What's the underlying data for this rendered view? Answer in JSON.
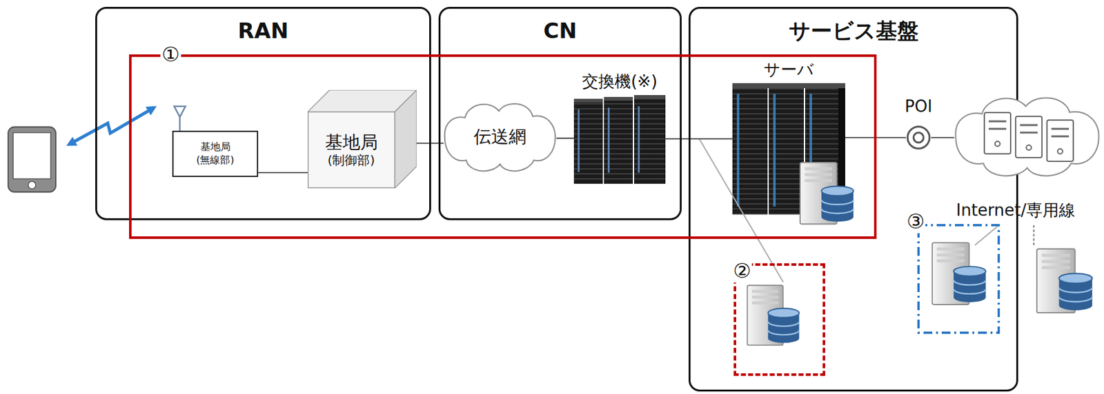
{
  "diagram": {
    "nodes": [
      {
        "text": [
          "RAN"
        ]
      },
      {
        "text": [
          "CN"
        ]
      },
      {
        "text": [
          "サービス基盤"
        ]
      },
      {
        "text": [
          "①"
        ]
      },
      {
        "text": [
          "基地局",
          "(無線部)"
        ],
        "in": 0
      },
      {
        "text": [
          "基地局",
          "(制御部)"
        ],
        "in": 0
      },
      {
        "text": [
          "伝送網"
        ],
        "in": 1
      },
      {
        "text": [
          "交換機(※)"
        ],
        "in": 1
      },
      {
        "text": [
          "サーバ"
        ],
        "in": 2
      },
      {
        "text": [
          "POI"
        ],
        "in": 2
      },
      {
        "text": [
          "Internet/専用線"
        ]
      },
      {
        "text": [
          "②"
        ],
        "in": 2
      },
      {
        "text": [
          "③"
        ],
        "in": 2
      }
    ],
    "edges": [
      {
        "from": 4,
        "to": 5,
        "arrow": "none"
      },
      {
        "from": 5,
        "to": 6,
        "arrow": "none"
      },
      {
        "from": 6,
        "to": 7,
        "arrow": "none"
      },
      {
        "from": 7,
        "to": 8,
        "arrow": "none"
      },
      {
        "from": 8,
        "to": 9,
        "arrow": "none"
      },
      {
        "from": 9,
        "to": 10,
        "arrow": "none"
      }
    ]
  }
}
